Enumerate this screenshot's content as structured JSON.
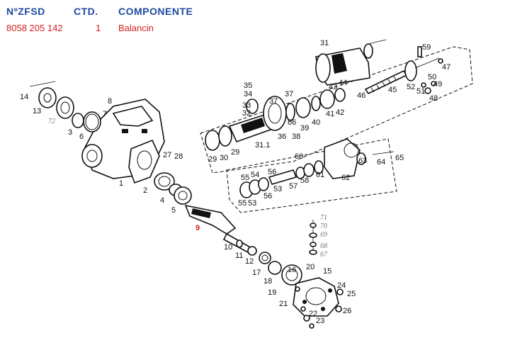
{
  "header": {
    "col_num": "NºZFSD",
    "col_qty": "CTD.",
    "col_comp": "COMPONENTE"
  },
  "row": {
    "part_number": "8058 205 142",
    "quantity": "1",
    "component": "Balancin"
  },
  "highlighted_label": "9",
  "callouts": [
    "1",
    "2",
    "3",
    "4",
    "5",
    "6",
    "7",
    "8",
    "10",
    "11",
    "12",
    "13",
    "14",
    "15",
    "16",
    "17",
    "18",
    "19",
    "20",
    "21",
    "22",
    "23",
    "24",
    "25",
    "26",
    "27",
    "28",
    "29",
    "30",
    "31",
    "31.1",
    "32",
    "33",
    "34",
    "35",
    "36",
    "37",
    "37",
    "38",
    "39",
    "40",
    "41",
    "42",
    "43",
    "44",
    "45",
    "46",
    "47",
    "48",
    "49",
    "50",
    "51",
    "52",
    "53",
    "54",
    "55",
    "55",
    "56",
    "56",
    "57",
    "58",
    "59",
    "60",
    "61",
    "62",
    "63",
    "64",
    "65",
    "66"
  ],
  "faded_labels": [
    "72",
    "71",
    "70",
    "69",
    "68",
    "67"
  ]
}
